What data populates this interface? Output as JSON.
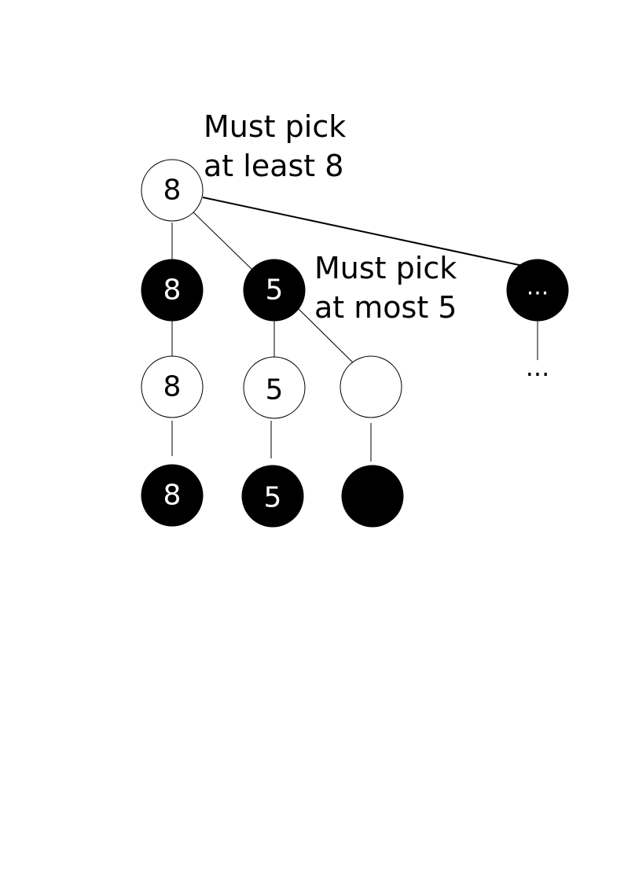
{
  "colors": {
    "filled": "#000000",
    "empty": "#ffffff",
    "stroke": "#000000",
    "text_on_filled": "#ffffff",
    "text_on_empty": "#000000"
  },
  "annotations": {
    "root_note": [
      "Must pick",
      "at least 8"
    ],
    "middle_note": [
      "Must pick",
      "at most 5"
    ],
    "trailing_dots": "..."
  },
  "nodes": {
    "root": {
      "label": "8",
      "style": "empty"
    },
    "l1_left": {
      "label": "8",
      "style": "filled"
    },
    "l1_mid": {
      "label": "5",
      "style": "filled"
    },
    "l1_right": {
      "label": "...",
      "style": "filled"
    },
    "l2_left": {
      "label": "8",
      "style": "empty"
    },
    "l2_mid": {
      "label": "5",
      "style": "empty"
    },
    "l2_right": {
      "label": "",
      "style": "empty"
    },
    "l3_left": {
      "label": "8",
      "style": "filled"
    },
    "l3_mid": {
      "label": "5",
      "style": "filled"
    },
    "l3_right": {
      "label": "",
      "style": "filled"
    }
  },
  "edges": [
    [
      "root",
      "l1_left"
    ],
    [
      "root",
      "l1_mid"
    ],
    [
      "root",
      "l1_right"
    ],
    [
      "l1_left",
      "l2_left"
    ],
    [
      "l1_mid",
      "l2_mid"
    ],
    [
      "l1_mid",
      "l2_right"
    ],
    [
      "l2_left",
      "l3_left"
    ],
    [
      "l2_mid",
      "l3_mid"
    ],
    [
      "l2_right",
      "l3_right"
    ]
  ]
}
